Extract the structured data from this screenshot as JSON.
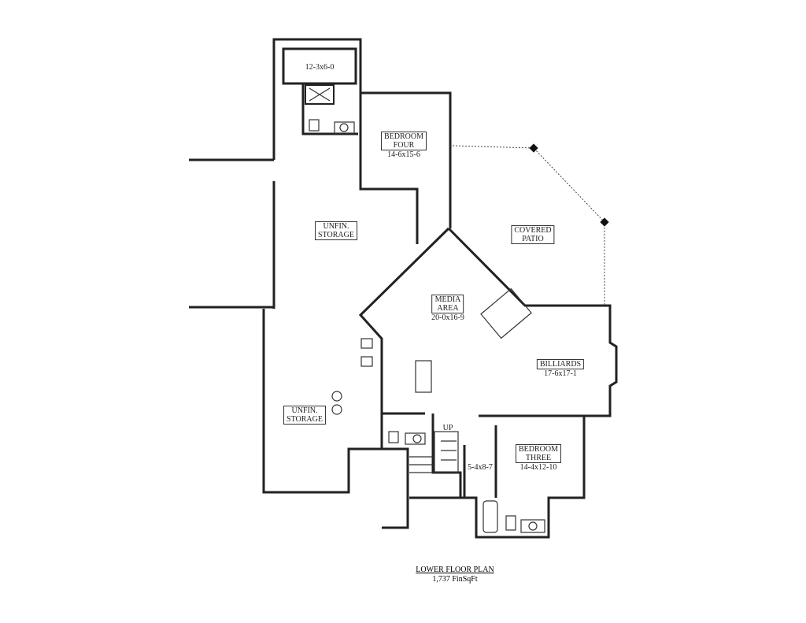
{
  "plan": {
    "title": "LOWER FLOOR PLAN",
    "area": "1,737 FinSqFt"
  },
  "rooms": {
    "closet_top": {
      "dims": "12-3x6-0"
    },
    "bedroom_four": {
      "name_line1": "BEDROOM",
      "name_line2": "FOUR",
      "dims": "14-6x15-6"
    },
    "unfin_storage_upper": {
      "name_line1": "UNFIN.",
      "name_line2": "STORAGE"
    },
    "covered_patio": {
      "name_line1": "COVERED",
      "name_line2": "PATIO"
    },
    "media_area": {
      "name_line1": "MEDIA",
      "name_line2": "AREA",
      "dims": "20-0x16-9"
    },
    "billiards": {
      "name": "BILLIARDS",
      "dims": "17-6x17-1"
    },
    "unfin_storage_lower": {
      "name_line1": "UNFIN.",
      "name_line2": "STORAGE"
    },
    "stairs": {
      "label": "UP"
    },
    "closet_small": {
      "dims": "5-4x8-7"
    },
    "bedroom_three": {
      "name_line1": "BEDROOM",
      "name_line2": "THREE",
      "dims": "14-4x12-10"
    }
  }
}
